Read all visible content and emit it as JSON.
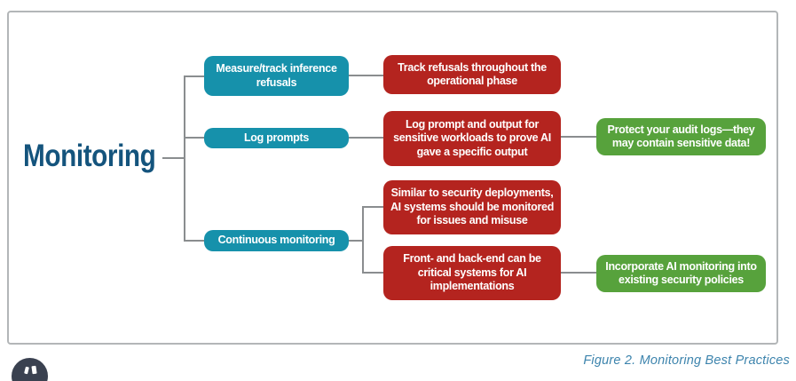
{
  "figure": {
    "root": "Monitoring",
    "branches": [
      {
        "topic": "Measure/track inference\nrefusals",
        "details": [
          "Track refusals throughout the\noperational phase"
        ]
      },
      {
        "topic": "Log prompts",
        "details": [
          "Log prompt and output for\nsensitive workloads to prove AI\ngave a specific output"
        ],
        "note": "Protect your audit logs—they\nmay contain sensitive data!"
      },
      {
        "topic": "Continuous monitoring",
        "details": [
          "Similar to security deployments,\nAI systems should be monitored\nfor issues and misuse",
          "Front- and back-end can be\ncritical systems for AI\nimplementations"
        ],
        "note": "Incorporate AI monitoring into\nexisting security policies"
      }
    ],
    "caption": "Figure 2. Monitoring Best Practices"
  },
  "colors": {
    "topic_teal": "#1691ab",
    "detail_red": "#b4241f",
    "note_green": "#57a23c",
    "root_navy": "#14547d",
    "caption_blue": "#3d84ad",
    "connector_gray": "#8a8d8f",
    "frame_border": "#b3b6b8",
    "badge_dark": "#3a4150"
  }
}
